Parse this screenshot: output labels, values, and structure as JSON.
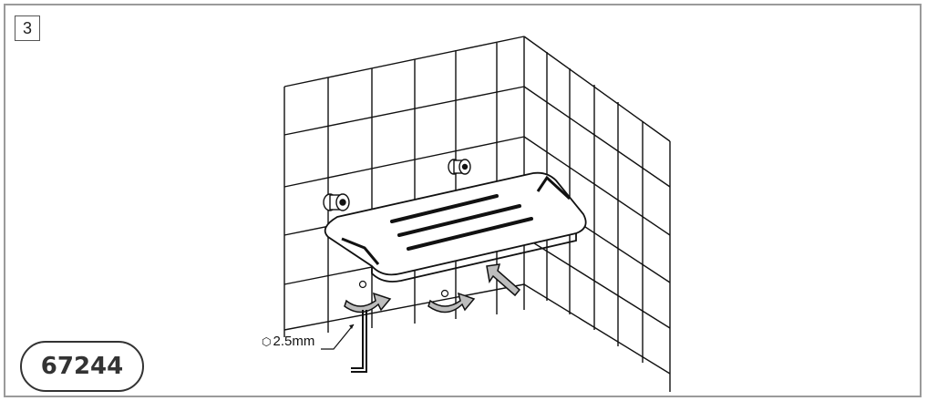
{
  "step_number": "3",
  "model_number": "67244",
  "allen_key": {
    "symbol": "⬡",
    "size": "2.5mm"
  },
  "icons": [
    "tile-wall",
    "wall-anchor",
    "shower-shelf",
    "hex-allen-key",
    "rotation-arrow",
    "push-arrow"
  ],
  "colors": {
    "line": "#111111",
    "frame": "#9a9a9a",
    "arrow_fill": "#bdbdbd"
  }
}
